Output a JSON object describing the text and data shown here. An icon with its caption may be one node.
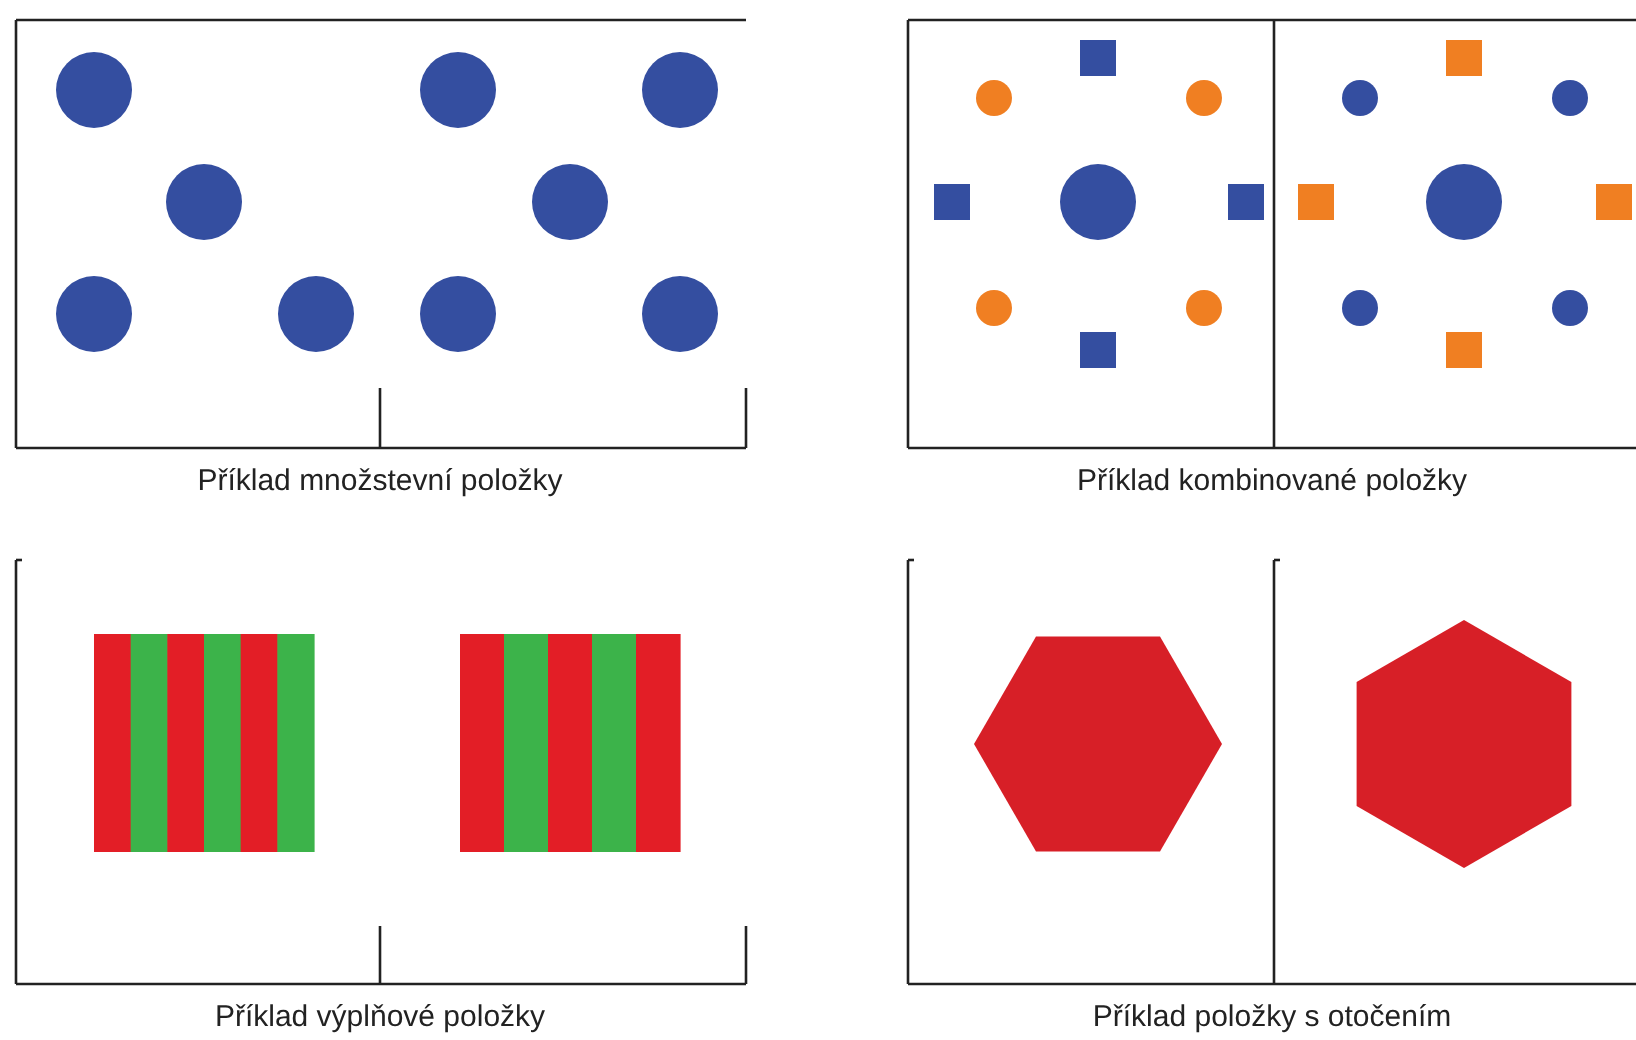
{
  "diagram": {
    "labels": [
      "Příklad množstevní položky",
      "Příklad kombinované položky",
      "Příklad výplňové položky",
      "Příklad položky s otočením"
    ]
  }
}
